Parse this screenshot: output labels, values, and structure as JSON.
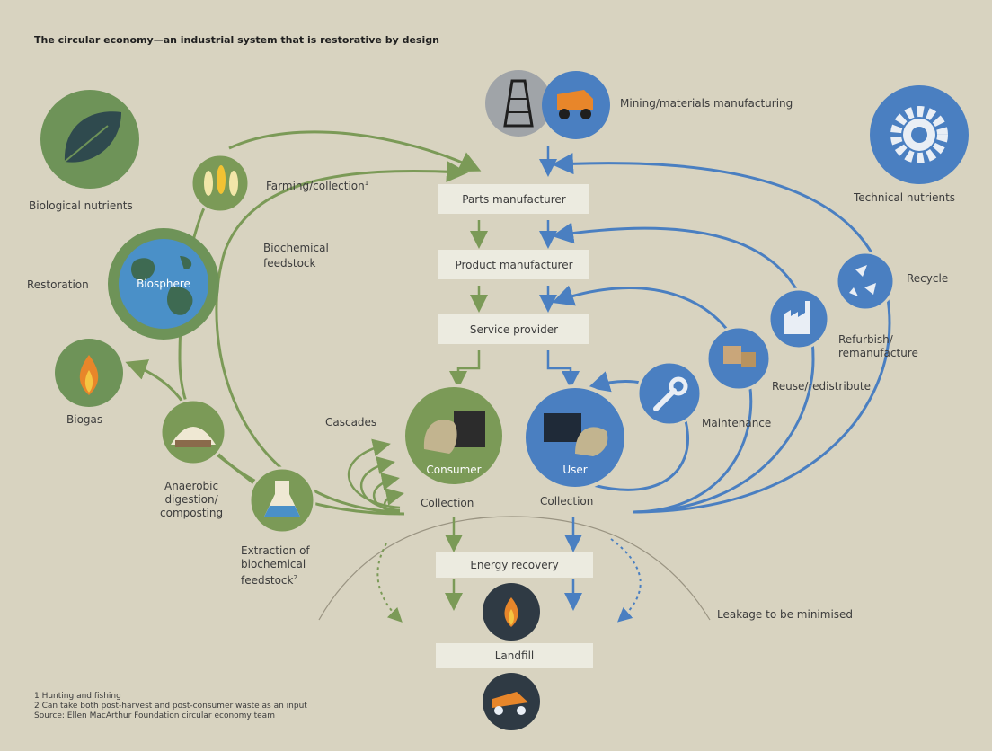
{
  "title": "The circular economy—an industrial system that is restorative by design",
  "colors": {
    "background": "#d8d3c0",
    "biological": "#7b9a57",
    "technical": "#4a7fc1",
    "box": "#ecebe0",
    "leak_line": "#9a9482"
  },
  "labels": {
    "biological_nutrients": "Biological nutrients",
    "technical_nutrients": "Technical nutrients",
    "mining": "Mining/materials manufacturing",
    "farming": "Farming/collection",
    "farming_note": "1",
    "biochemical_feedstock_1": "Biochemical",
    "biochemical_feedstock_2": "feedstock",
    "restoration": "Restoration",
    "biosphere": "Biosphere",
    "biogas": "Biogas",
    "anaerobic_1": "Anaerobic",
    "anaerobic_2": "digestion/",
    "anaerobic_3": "composting",
    "extraction_1": "Extraction of",
    "extraction_2": "biochemical",
    "extraction_3": "feedstock",
    "extraction_note": "2",
    "cascades": "Cascades",
    "consumer": "Consumer",
    "user": "User",
    "collection_consumer": "Collection",
    "collection_user": "Collection",
    "recycle": "Recycle",
    "refurbish_1": "Refurbish/",
    "refurbish_2": "remanufacture",
    "reuse": "Reuse/redistribute",
    "maintenance": "Maintenance",
    "leakage": "Leakage to be minimised"
  },
  "boxes": {
    "parts": "Parts manufacturer",
    "product": "Product manufacturer",
    "service": "Service provider",
    "energy": "Energy recovery",
    "landfill": "Landfill"
  },
  "notes": {
    "note1": "1 Hunting and fishing",
    "note2": "2 Can take both post-harvest and post-consumer waste as an input",
    "source": "Source: Ellen MacArthur Foundation circular economy team"
  }
}
